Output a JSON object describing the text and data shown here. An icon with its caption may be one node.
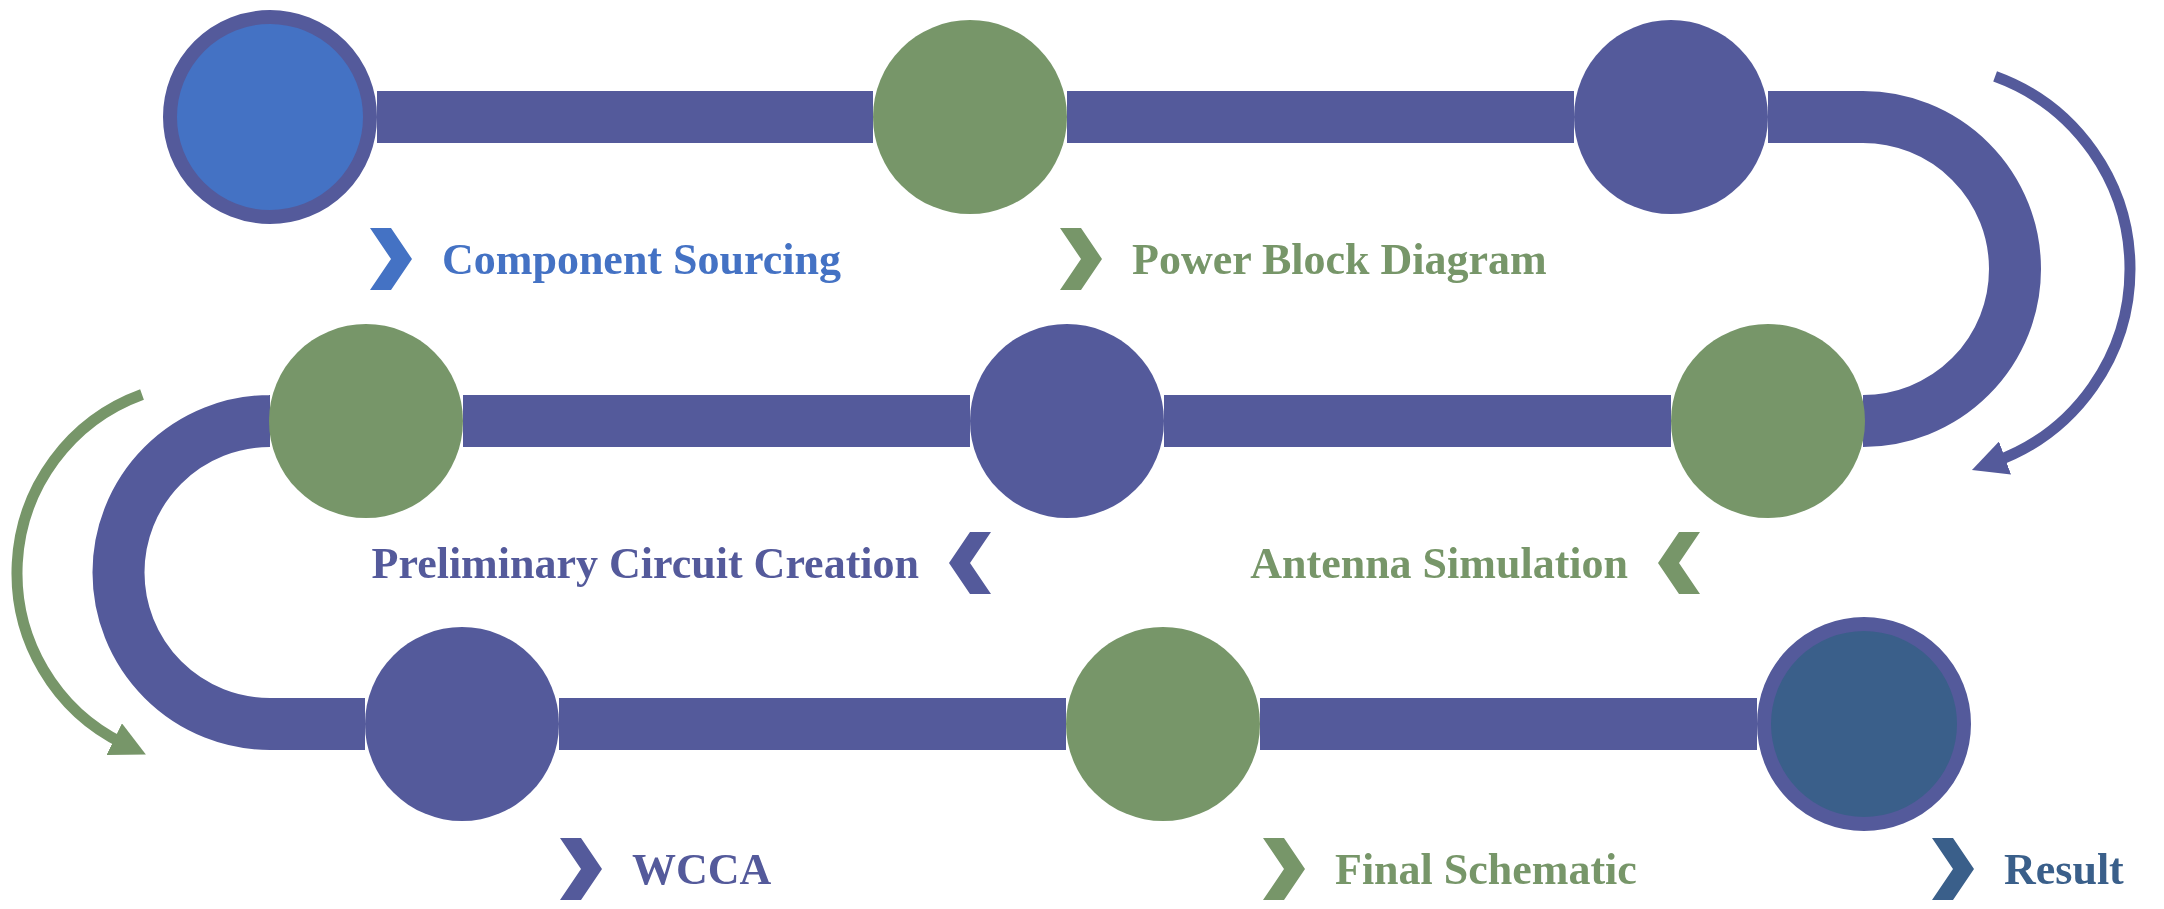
{
  "diagram": {
    "nodes": [
      {
        "text": [],
        "shape": "circle"
      },
      {
        "text": [],
        "shape": "circle"
      },
      {
        "text": [],
        "shape": "circle"
      },
      {
        "text": [],
        "shape": "circle"
      },
      {
        "text": [],
        "shape": "circle"
      },
      {
        "text": [],
        "shape": "circle"
      },
      {
        "text": [],
        "shape": "circle"
      },
      {
        "text": [],
        "shape": "circle"
      },
      {
        "text": [],
        "shape": "circle"
      }
    ],
    "edges": [
      {
        "from": 0,
        "to": 1,
        "arrow": "none"
      },
      {
        "from": 1,
        "to": 2,
        "arrow": "none"
      },
      {
        "from": 2,
        "to": 5,
        "arrow": "none"
      },
      {
        "from": 5,
        "to": 4,
        "arrow": "none"
      },
      {
        "from": 4,
        "to": 3,
        "arrow": "none"
      },
      {
        "from": 3,
        "to": 6,
        "arrow": "none"
      },
      {
        "from": 6,
        "to": 7,
        "arrow": "none"
      },
      {
        "from": 7,
        "to": 8,
        "arrow": "none"
      }
    ],
    "labels": [
      "Component Sourcing",
      "Power Block Diagram",
      "Preliminary Circuit Creation",
      "Antenna Simulation",
      "WCCA",
      "Final Schematic",
      "Result"
    ]
  }
}
